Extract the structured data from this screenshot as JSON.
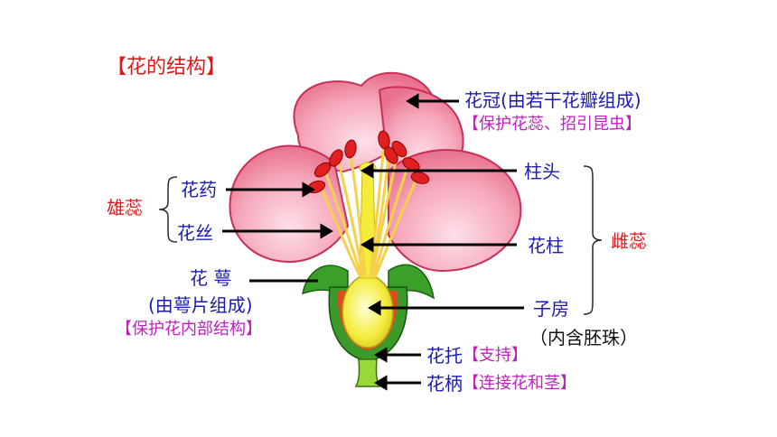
{
  "title": "【花的结构】",
  "labels": {
    "corolla": "花冠(由若干花瓣组成)",
    "corolla_fn": "【保护花蕊、招引昆虫】",
    "stigma": "柱头",
    "style": "花柱",
    "ovary": "子房",
    "ovary_note": "（内含胚珠）",
    "pistil": "雌蕊",
    "stamen": "雄蕊",
    "anther": "花药",
    "filament": "花丝",
    "calyx": "花 萼",
    "calyx_note": "(由萼片组成)",
    "calyx_fn": "【保护花内部结构】",
    "receptacle": "花托",
    "receptacle_fn": "【支持】",
    "pedicel": "花柄",
    "pedicel_fn": "【连接花和茎】"
  },
  "colors": {
    "label_blue": "#1a1ab0",
    "label_red": "#e01818",
    "label_magenta": "#c020c0",
    "petal": "#f4a0b4",
    "petal_edge": "#d03060",
    "ovary": "#f7f04a",
    "sepal": "#3aa02a",
    "anther": "#e02020"
  }
}
